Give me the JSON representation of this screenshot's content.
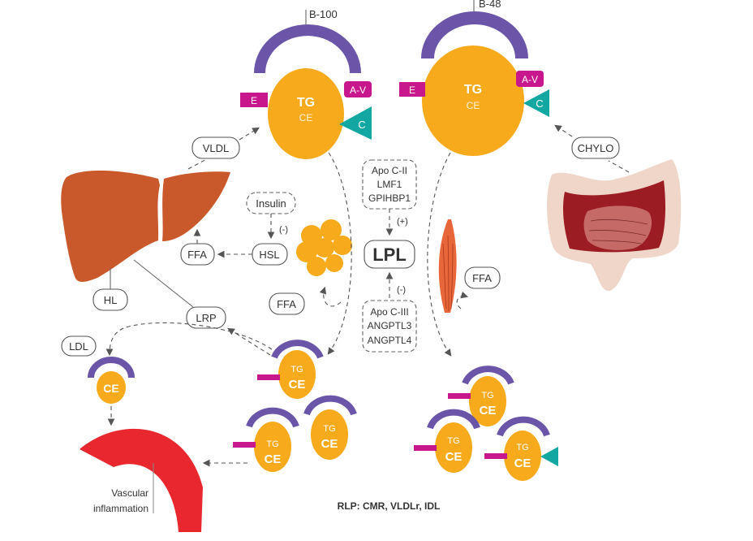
{
  "colors": {
    "lipoprotein": "#f6aa1c",
    "apo_b_arc": "#6a55a8",
    "apo_e": "#c8168c",
    "apo_c": "#12a7a0",
    "liver": "#c9582a",
    "vessel": "#e8282e",
    "muscle": "#e8673a"
  },
  "vldl_particle": {
    "apo_label": "B-100",
    "core_main": "TG",
    "core_sub": "CE",
    "apo_e": "E",
    "apo_av": "A-V",
    "apo_c": "C"
  },
  "chylo_particle": {
    "apo_label": "B-48",
    "core_main": "TG",
    "core_sub": "CE",
    "apo_e": "E",
    "apo_av": "A-V",
    "apo_c": "C"
  },
  "labels": {
    "vldl": "VLDL",
    "chylo": "CHYLO",
    "insulin": "Insulin",
    "insulin_effect": "(-)",
    "hsl": "HSL",
    "ffa_liver": "FFA",
    "ffa_adipose": "FFA",
    "ffa_muscle": "FFA",
    "hl": "HL",
    "lrp": "LRP",
    "ldl": "LDL",
    "ldl_core": "CE",
    "lpl": "LPL",
    "activators": [
      "Apo C-II",
      "LMF1",
      "GPIHBP1"
    ],
    "activator_effect": "(+)",
    "inhibitors": [
      "Apo C-III",
      "ANGPTL3",
      "ANGPTL4"
    ],
    "inhibitor_effect": "(-)",
    "vascular": [
      "Vascular",
      "inflammation"
    ],
    "rlp_caption": "RLP: CMR, VLDLr, IDL"
  },
  "remnants": {
    "tg": "TG",
    "ce": "CE"
  }
}
